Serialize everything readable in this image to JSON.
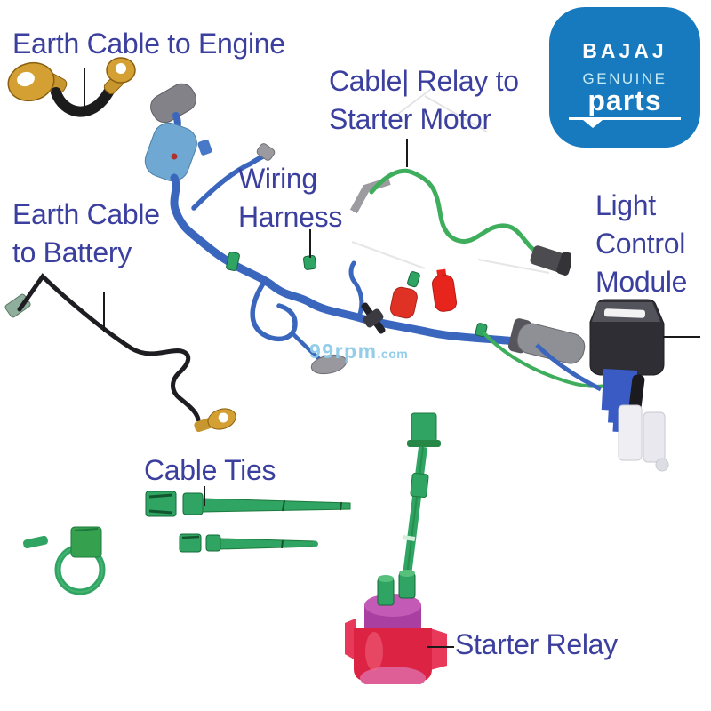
{
  "logo": {
    "brand": "BAJAJ",
    "line2": "GENUINE",
    "line3": "parts",
    "background_color": "#1779BE",
    "genuine_text_color": "#C7ECF5"
  },
  "watermark": {
    "text": "99rpm",
    "suffix": ".com",
    "color": "#8FCBE8"
  },
  "labels": {
    "earth_cable_engine": {
      "text": "Earth Cable to Engine"
    },
    "cable_relay_starter": {
      "text": "Cable| Relay to\nStarter Motor"
    },
    "wiring_harness": {
      "text": "Wiring\nHarness"
    },
    "earth_cable_battery": {
      "text": "Earth Cable\nto Battery"
    },
    "light_control_module": {
      "text": "Light\nControl\nModule"
    },
    "cable_ties": {
      "text": "Cable Ties"
    },
    "starter_relay": {
      "text": "Starter Relay"
    }
  },
  "colors": {
    "label_text": "#3B3F9E",
    "harness_blue": "#3A67BD",
    "cable_green": "#3FAE5C",
    "tie_green": "#2FA463",
    "terminal_gold": "#D4A033",
    "cable_black": "#1C1C1C",
    "relay_red": "#DC2343",
    "relay_magenta": "#A93FA0",
    "module_dark": "#2E2E34",
    "connector_blue": "#3A5BC4",
    "connector_light_blue": "#6FA8D2",
    "connector_gray": "#8F8F96",
    "accent_red": "#E03224"
  }
}
